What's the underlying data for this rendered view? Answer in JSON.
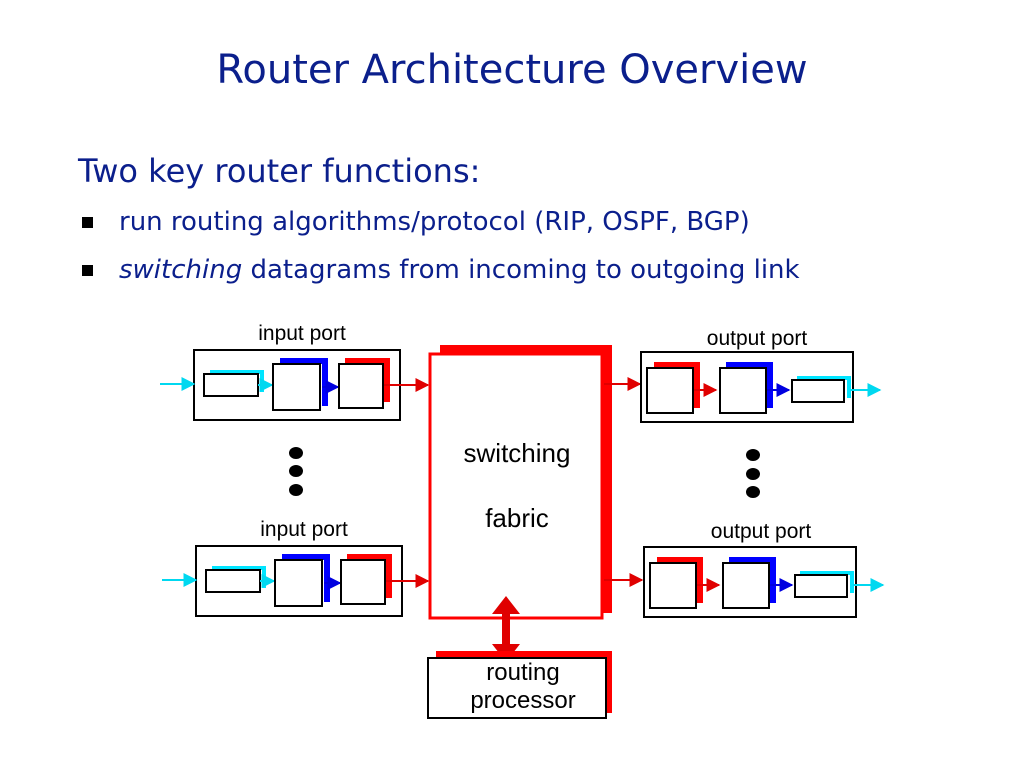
{
  "title": "Router Architecture Overview",
  "intro": "Two key router functions:",
  "bullets": [
    {
      "emphasis": "",
      "text": "run routing algorithms/protocol (RIP, OSPF, BGP)"
    },
    {
      "emphasis": "switching",
      "text": "datagrams from incoming to outgoing link"
    }
  ],
  "diagram": {
    "input_port_label": "input port",
    "output_port_label": "output port",
    "fabric_line1": "switching",
    "fabric_line2": "fabric",
    "processor_line1": "routing",
    "processor_line2": "processor"
  },
  "colors": {
    "title_text": "#0b1f8c",
    "fabric_red": "#ff0000",
    "blue_accent": "#0000ff",
    "cyan_link": "#00e5ff"
  }
}
